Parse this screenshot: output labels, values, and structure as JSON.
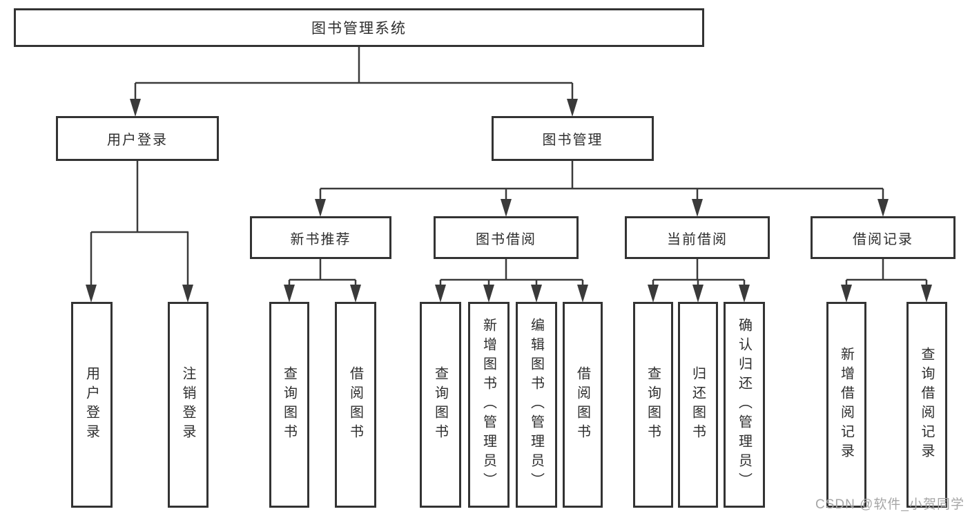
{
  "tree": {
    "root": {
      "label": "图书管理系统"
    },
    "children": [
      {
        "label": "用户登录",
        "children": [
          {
            "label": "用户登录"
          },
          {
            "label": "注销登录"
          }
        ]
      },
      {
        "label": "图书管理",
        "children": [
          {
            "label": "新书推荐",
            "children": [
              {
                "label": "查询图书"
              },
              {
                "label": "借阅图书"
              }
            ]
          },
          {
            "label": "图书借阅",
            "children": [
              {
                "label": "查询图书"
              },
              {
                "label": "新增图书（管理员）"
              },
              {
                "label": "编辑图书（管理员）"
              },
              {
                "label": "借阅图书"
              }
            ]
          },
          {
            "label": "当前借阅",
            "children": [
              {
                "label": "查询图书"
              },
              {
                "label": "归还图书"
              },
              {
                "label": "确认归还（管理员）"
              }
            ]
          },
          {
            "label": "借阅记录",
            "children": [
              {
                "label": "新增借阅记录"
              },
              {
                "label": "查询借阅记录"
              }
            ]
          }
        ]
      }
    ]
  },
  "watermark": {
    "text": "CSDN @软件_小贺同学"
  },
  "colors": {
    "line": "#3a3a3a",
    "border": "#333333",
    "text": "#2e2e2e",
    "watermark": "#a6a6a6"
  }
}
